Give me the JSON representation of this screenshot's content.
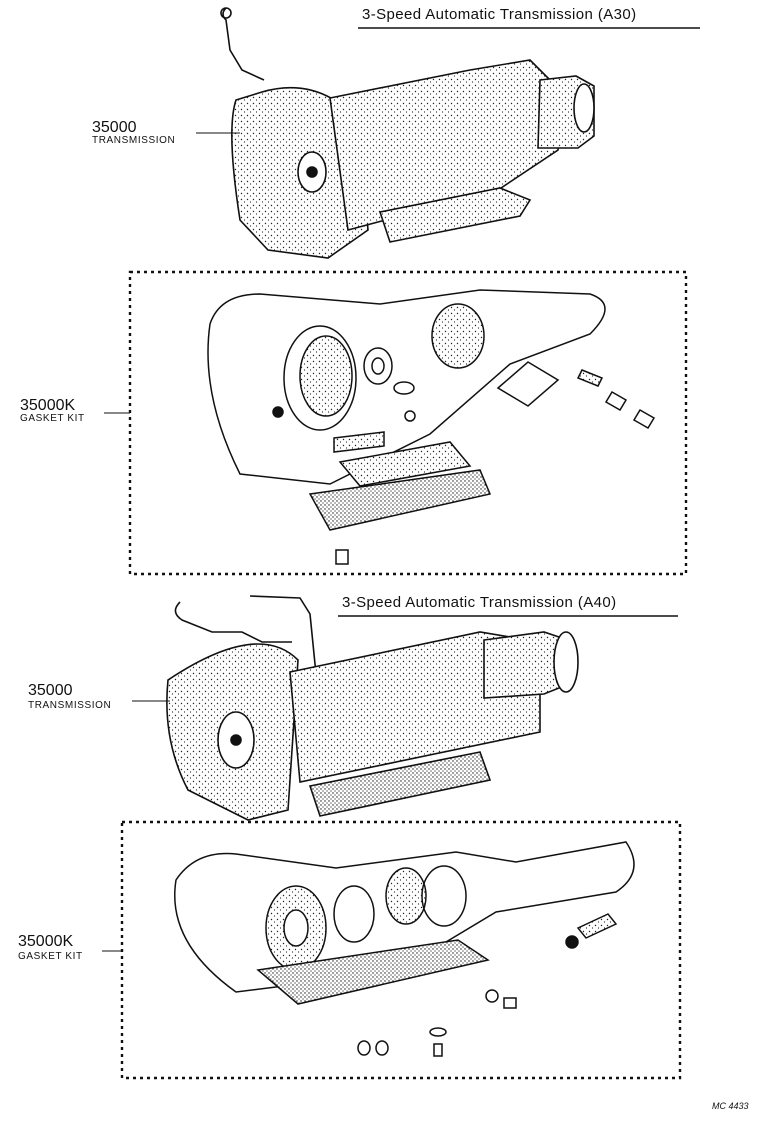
{
  "sections": [
    {
      "title": "3-Speed  Automatic  Transmission  (A30)",
      "parts": [
        {
          "number": "35000",
          "name": "TRANSMISSION"
        },
        {
          "number": "35000K",
          "name": "GASKET KIT"
        }
      ]
    },
    {
      "title": "3-Speed  Automatic  Transmission  (A40)",
      "parts": [
        {
          "number": "35000",
          "name": "TRANSMISSION"
        },
        {
          "number": "35000K",
          "name": "GASKET KIT"
        }
      ]
    }
  ],
  "illustration_code": "MC 4433"
}
